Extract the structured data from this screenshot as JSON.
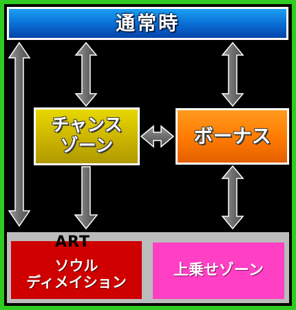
{
  "header": {
    "title": "通常時"
  },
  "chance_zone": {
    "line1": "チャンス",
    "line2": "ゾーン"
  },
  "bonus": {
    "label": "ボーナス"
  },
  "art": {
    "label": "ART",
    "soul": {
      "line1": "ソウル",
      "line2": "ディメイション"
    },
    "joujou": {
      "label": "上乗せゾーン"
    }
  },
  "colors": {
    "frame": "#2ecc21",
    "header": "#0a6fd6",
    "chance_zone": "#cbb400",
    "bonus": "#ff7a00",
    "soul": "#cf0000",
    "joujou": "#ff3fc4",
    "arrow": "#7a7a7a"
  }
}
